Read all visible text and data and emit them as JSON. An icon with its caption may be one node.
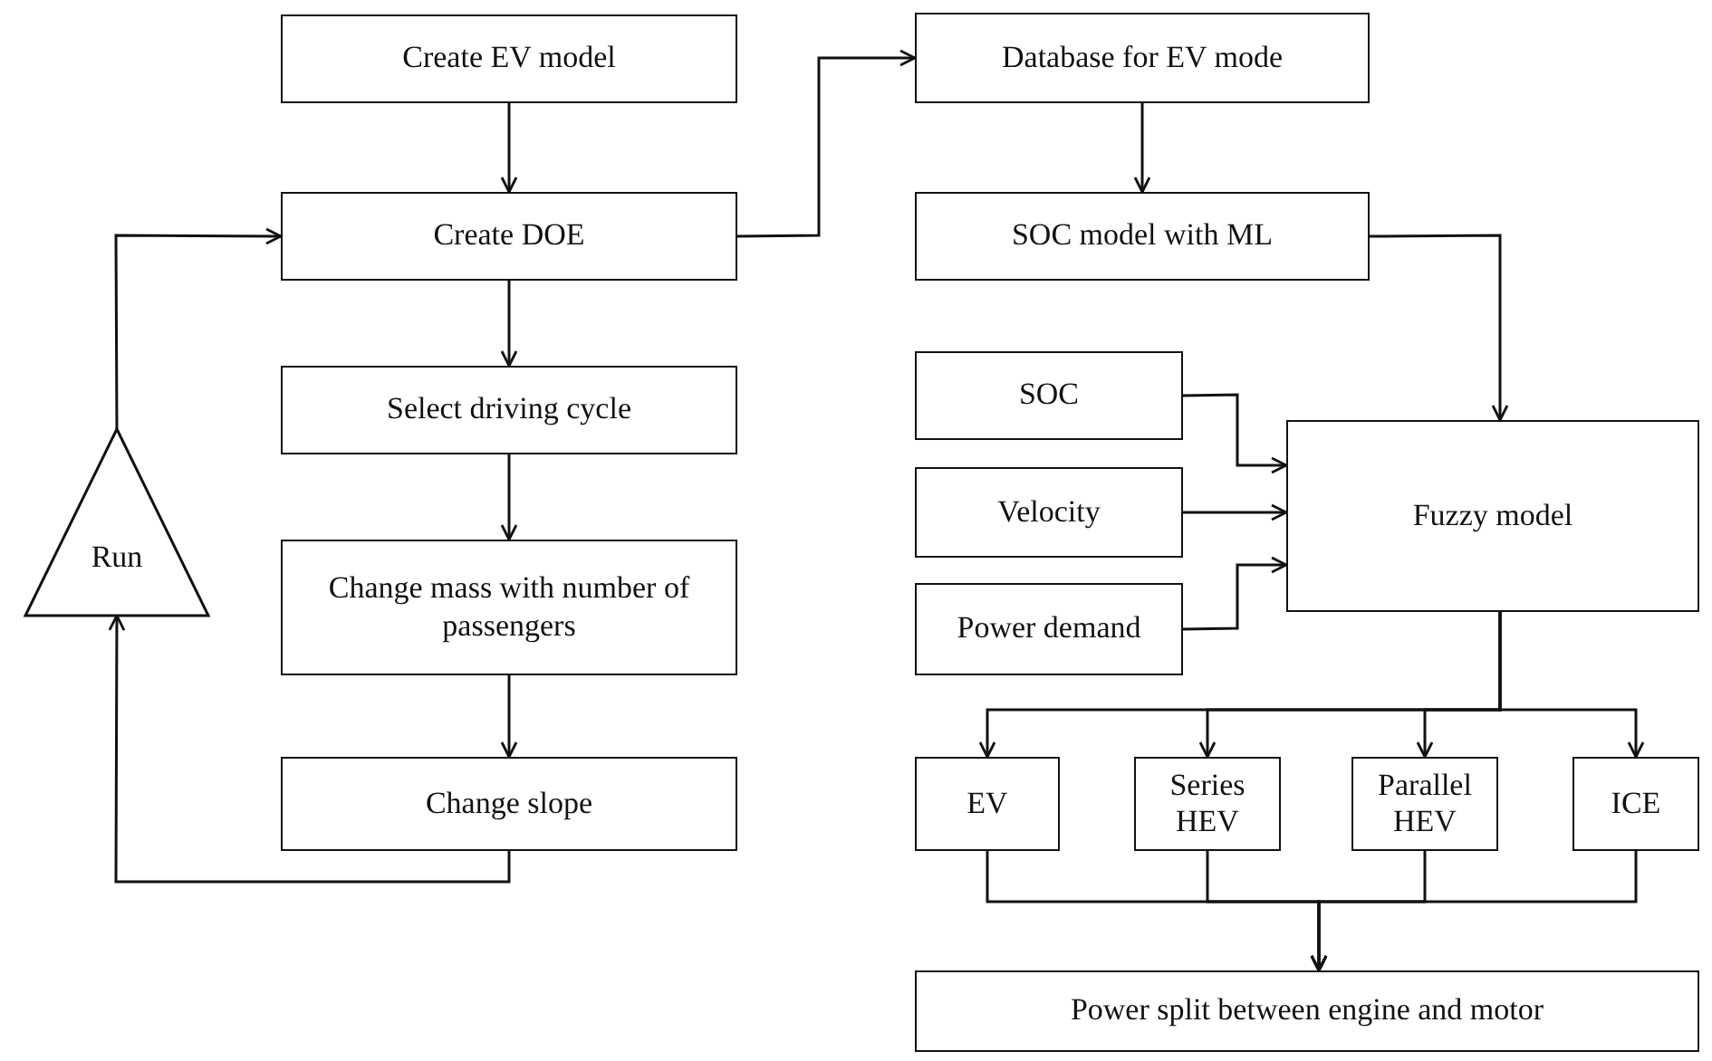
{
  "diagram": {
    "nodes": [
      {
        "text": [
          "Create EV model"
        ]
      },
      {
        "text": [
          "Create DOE"
        ]
      },
      {
        "text": [
          "Select driving cycle"
        ]
      },
      {
        "text": [
          "Change mass with number of passengers"
        ]
      },
      {
        "text": [
          "Change slope"
        ]
      },
      {
        "text": [
          "Run"
        ]
      },
      {
        "text": [
          "Database for EV mode"
        ]
      },
      {
        "text": [
          "SOC model with ML"
        ]
      },
      {
        "text": [
          "SOC"
        ]
      },
      {
        "text": [
          "Velocity"
        ]
      },
      {
        "text": [
          "Power demand"
        ]
      },
      {
        "text": [
          "Fuzzy model"
        ]
      },
      {
        "text": [
          "EV"
        ]
      },
      {
        "text": [
          "Series HEV"
        ]
      },
      {
        "text": [
          "Parallel HEV"
        ]
      },
      {
        "text": [
          "ICE"
        ]
      },
      {
        "text": [
          "Power split between engine and motor"
        ]
      }
    ],
    "edges": [
      {
        "from": 0,
        "to": 1,
        "arrow": "to"
      },
      {
        "from": 1,
        "to": 2,
        "arrow": "to"
      },
      {
        "from": 2,
        "to": 3,
        "arrow": "to"
      },
      {
        "from": 3,
        "to": 4,
        "arrow": "to"
      },
      {
        "from": 4,
        "to": 5,
        "arrow": "to"
      },
      {
        "from": 5,
        "to": 1,
        "arrow": "to"
      },
      {
        "from": 1,
        "to": 6,
        "arrow": "to"
      },
      {
        "from": 6,
        "to": 7,
        "arrow": "to"
      },
      {
        "from": 7,
        "to": 11,
        "arrow": "to"
      },
      {
        "from": 8,
        "to": 11,
        "arrow": "to"
      },
      {
        "from": 9,
        "to": 11,
        "arrow": "to"
      },
      {
        "from": 10,
        "to": 11,
        "arrow": "to"
      },
      {
        "from": 11,
        "to": 12,
        "arrow": "to"
      },
      {
        "from": 11,
        "to": 13,
        "arrow": "to"
      },
      {
        "from": 11,
        "to": 14,
        "arrow": "to"
      },
      {
        "from": 11,
        "to": 15,
        "arrow": "to"
      },
      {
        "from": 12,
        "to": 16,
        "arrow": "to"
      },
      {
        "from": 13,
        "to": 16,
        "arrow": "to"
      },
      {
        "from": 14,
        "to": 16,
        "arrow": "to"
      },
      {
        "from": 15,
        "to": 16,
        "arrow": "to"
      }
    ]
  }
}
